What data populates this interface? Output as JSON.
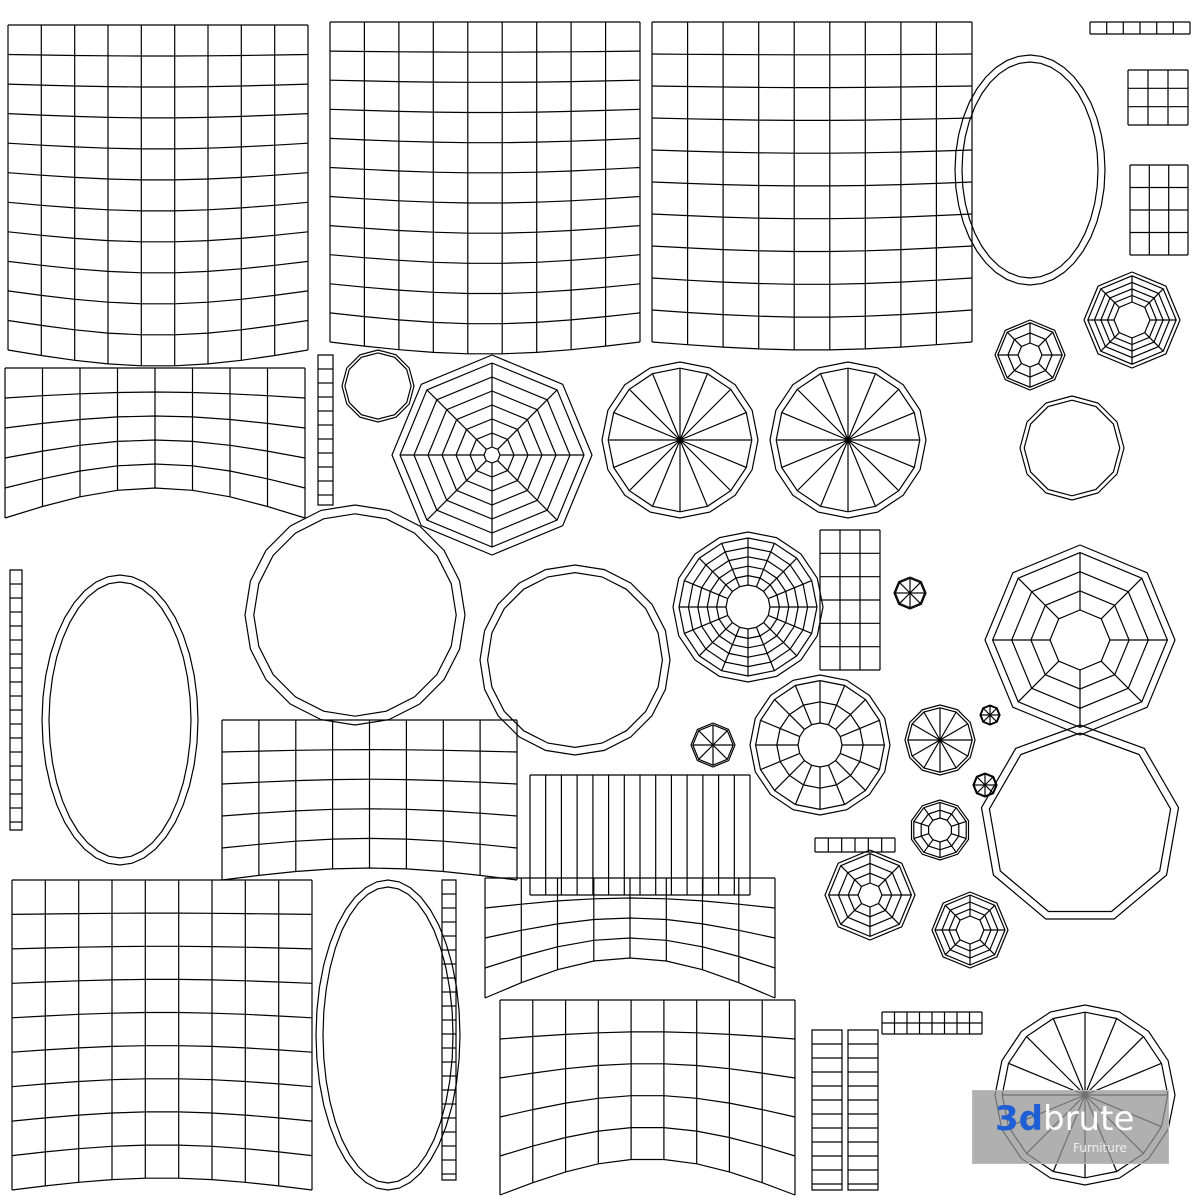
{
  "watermark": {
    "brand_prefix": "3d",
    "brand_suffix": "brute",
    "subtitle": "Furniture",
    "prefix_color": "#1f5fd6"
  },
  "colors": {
    "line": "#000000",
    "background": "#ffffff"
  }
}
